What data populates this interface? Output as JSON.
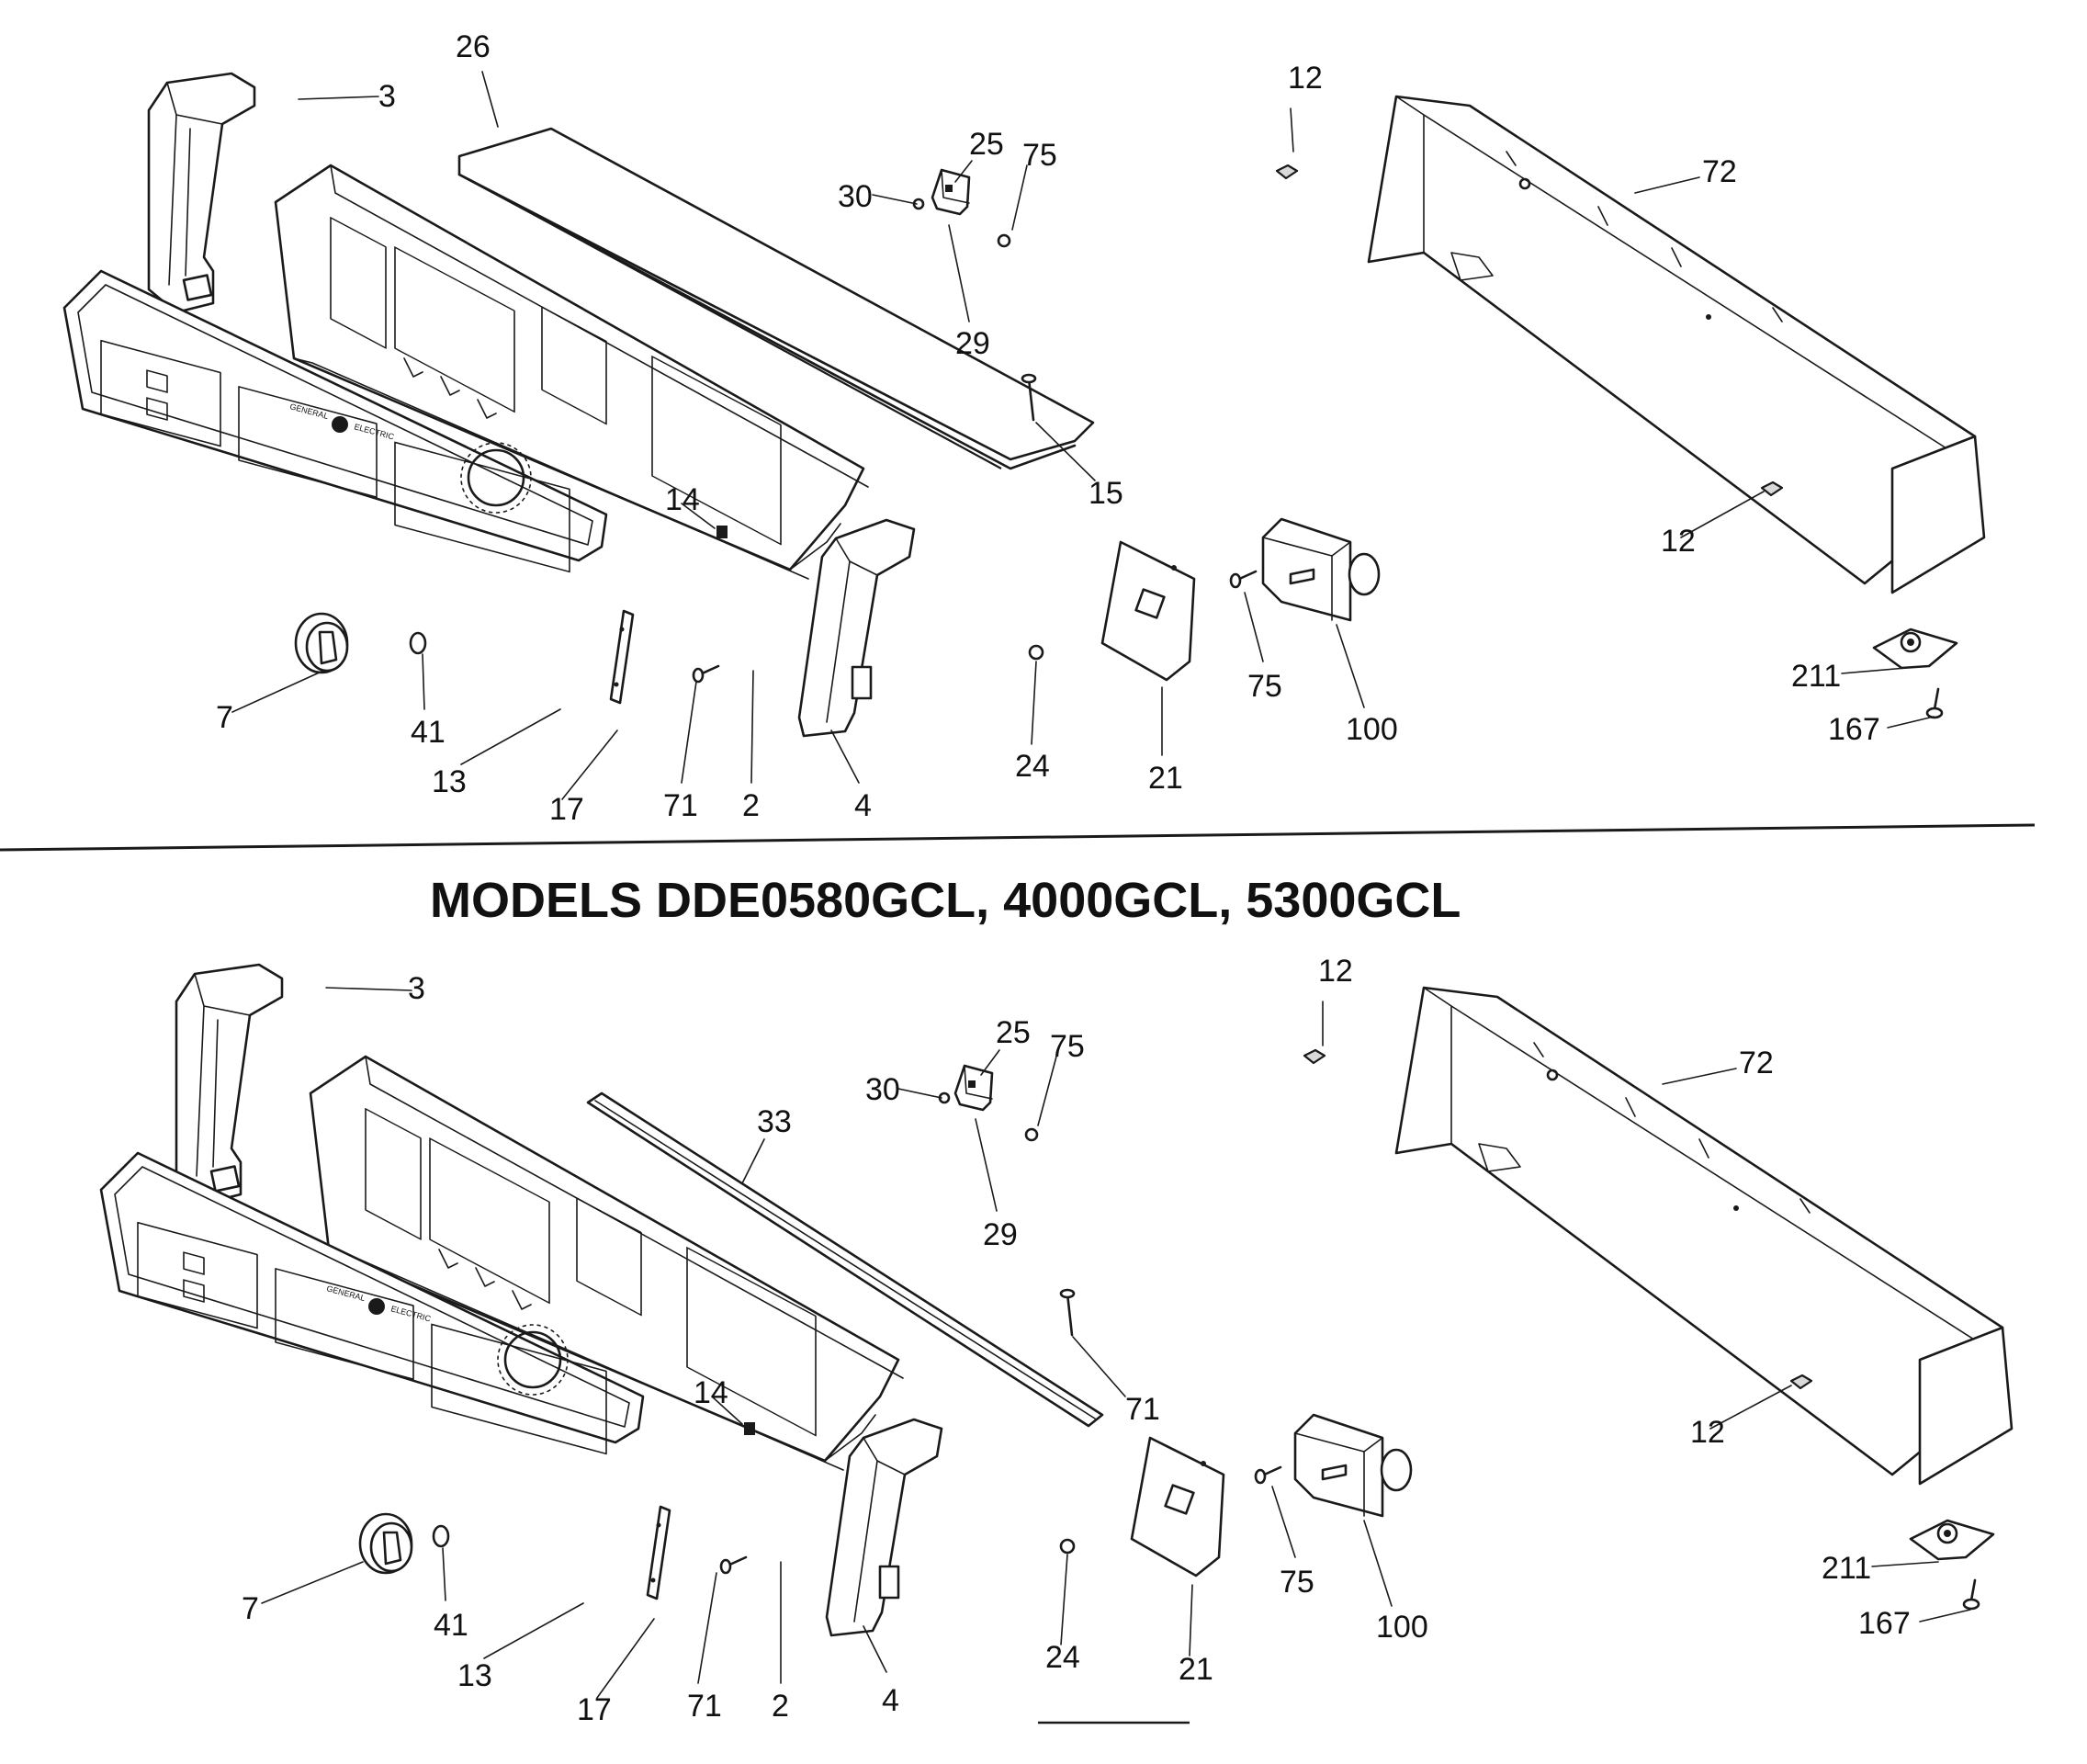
{
  "title": "MODELS DDE0580GCL, 4000GCL, 5300GCL",
  "panel_brand": "GENERAL ELECTRIC",
  "top_diagram": {
    "callouts": [
      "3",
      "26",
      "25",
      "75",
      "30",
      "29",
      "12",
      "72",
      "14",
      "15",
      "12",
      "211",
      "167",
      "7",
      "41",
      "13",
      "17",
      "71",
      "2",
      "4",
      "24",
      "21",
      "75",
      "100"
    ]
  },
  "bottom_diagram": {
    "callouts": [
      "3",
      "25",
      "75",
      "30",
      "29",
      "12",
      "72",
      "33",
      "14",
      "71",
      "12",
      "211",
      "167",
      "7",
      "41",
      "13",
      "17",
      "71",
      "2",
      "4",
      "24",
      "21",
      "75",
      "100"
    ]
  }
}
